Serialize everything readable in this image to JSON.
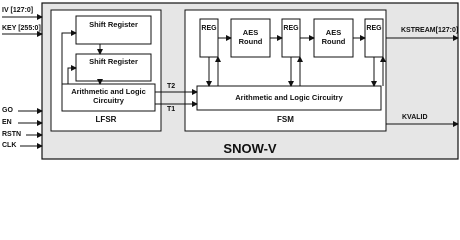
{
  "inputs": {
    "iv": "IV [127:0]",
    "key": "KEY [255:0]",
    "go": "GO",
    "en": "EN",
    "rstn": "RSTN",
    "clk": "CLK"
  },
  "outputs": {
    "kstream": "KSTREAM[127:0]",
    "kvalid": "KVALID"
  },
  "top": {
    "title": "SNOW-V"
  },
  "lfsr": {
    "label": "LFSR",
    "shift_register_1": "Shift Register",
    "shift_register_2": "Shift Register",
    "alu": "Arithmetic and Logic Circuitry"
  },
  "signals": {
    "t2": "T2",
    "t1": "T1"
  },
  "fsm": {
    "label": "FSM",
    "reg1": "REG",
    "aes1": "AES Round",
    "reg2": "REG",
    "aes2": "AES Round",
    "reg3": "REG",
    "alu": "Arithmetic and Logic Circuitry"
  },
  "colors": {
    "outer_fill": "#e6e6e6",
    "block_fill": "#ffffff",
    "line": "#111111"
  }
}
